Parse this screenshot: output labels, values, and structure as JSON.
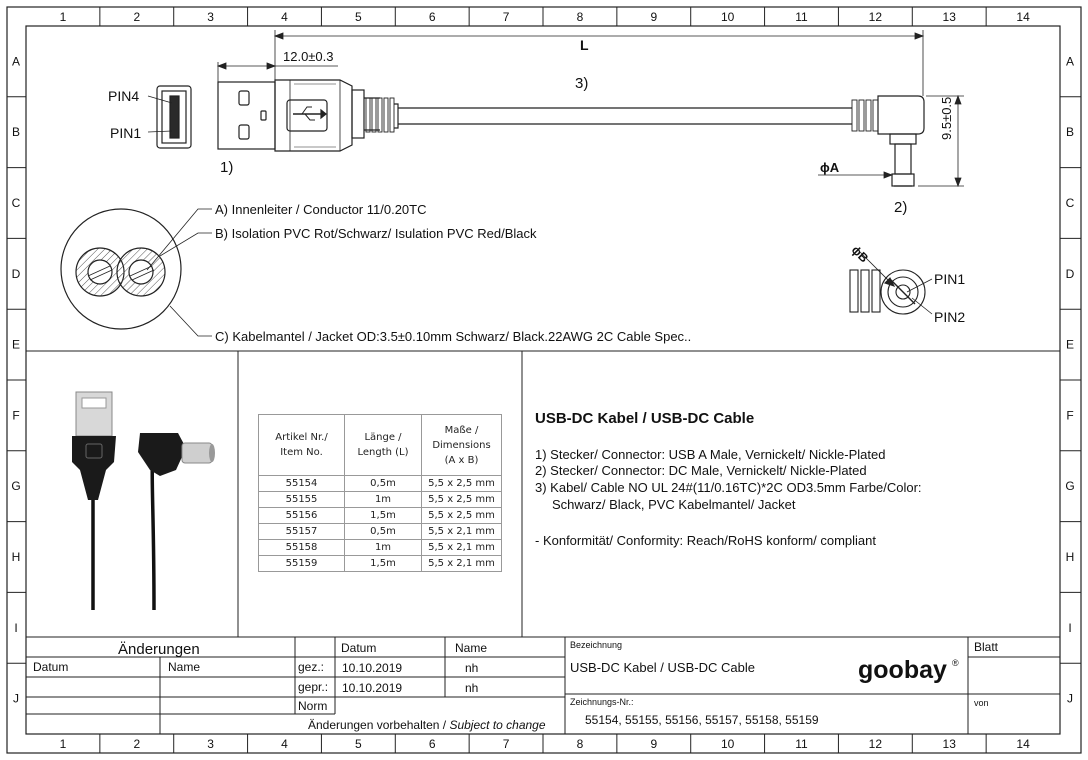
{
  "border": {
    "columns": [
      "1",
      "2",
      "3",
      "4",
      "5",
      "6",
      "7",
      "8",
      "9",
      "10",
      "11",
      "12",
      "13",
      "14"
    ],
    "rows": [
      "A",
      "B",
      "C",
      "D",
      "E",
      "F",
      "G",
      "H",
      "I",
      "J"
    ]
  },
  "drawing": {
    "dim_plug_length": "12.0±0.3",
    "dim_total_length": "L",
    "dim_height": "9.5±0.5",
    "dim_phi_a": "ϕA",
    "dim_phi_b": "ϕB",
    "callout_1": "1)",
    "callout_2": "2)",
    "callout_3": "3)",
    "usb_pin4": "PIN4",
    "usb_pin1": "PIN1",
    "dc_pin1": "PIN1",
    "dc_pin2": "PIN2",
    "cable_a": "A) Innenleiter / Conductor 11/0.20TC",
    "cable_b": "B) Isolation PVC Rot/Schwarz/ Isulation PVC Red/Black",
    "cable_c": "C) Kabelmantel / Jacket  OD:3.5±0.10mm Schwarz/ Black.22AWG 2C Cable Spec.."
  },
  "article_table": {
    "headers": [
      "Artikel Nr./ Item No.",
      "Länge / Length (L)",
      "Maße / Dimensions (A x B)"
    ],
    "header_lines": [
      [
        "Artikel Nr./",
        "Item No."
      ],
      [
        "Länge /",
        "Length (L)"
      ],
      [
        "Maße /",
        "Dimensions",
        "(A x B)"
      ]
    ],
    "rows": [
      [
        "55154",
        "0,5m",
        "5,5 x 2,5 mm"
      ],
      [
        "55155",
        "1m",
        "5,5 x 2,5 mm"
      ],
      [
        "55156",
        "1,5m",
        "5,5 x 2,5 mm"
      ],
      [
        "55157",
        "0,5m",
        "5,5 x 2,1 mm"
      ],
      [
        "55158",
        "1m",
        "5,5 x 2,1 mm"
      ],
      [
        "55159",
        "1,5m",
        "5,5 x 2,1 mm"
      ]
    ]
  },
  "description": {
    "title": "USB-DC Kabel / USB-DC Cable",
    "line1": "1)  Stecker/ Connector: USB A Male, Vernickelt/ Nickle-Plated",
    "line2": "2)  Stecker/ Connector: DC Male, Vernickelt/ Nickle-Plated",
    "line3": "3)  Kabel/ Cable NO UL 24#(11/0.16TC)*2C OD3.5mm Farbe/Color:",
    "line3b": "Schwarz/ Black,  PVC Kabelmantel/ Jacket",
    "compliance": "- Konformität/ Conformity: Reach/RoHS konform/ compliant"
  },
  "title_block": {
    "aenderungen": "Änderungen",
    "datum_col": "Datum",
    "name_col": "Name",
    "datum_head": "Datum",
    "name_head": "Name",
    "gez": "gez.:",
    "gepr": "gepr.:",
    "norm": "Norm",
    "gez_date": "10.10.2019",
    "gez_name": "nh",
    "gepr_date": "10.10.2019",
    "gepr_name": "nh",
    "subject_de": "Änderungen vorbehalten / ",
    "subject_en": "Subject to change",
    "bezeichnung_label": "Bezeichnung",
    "bezeichnung": "USB-DC Kabel / USB-DC Cable",
    "zeichnungs_label": "Zeichnungs-Nr.:",
    "zeichnungs_nr": "55154, 55155, 55156, 55157, 55158, 55159",
    "blatt": "Blatt",
    "von": "von",
    "logo": "goobay",
    "logo_mark": "®"
  }
}
